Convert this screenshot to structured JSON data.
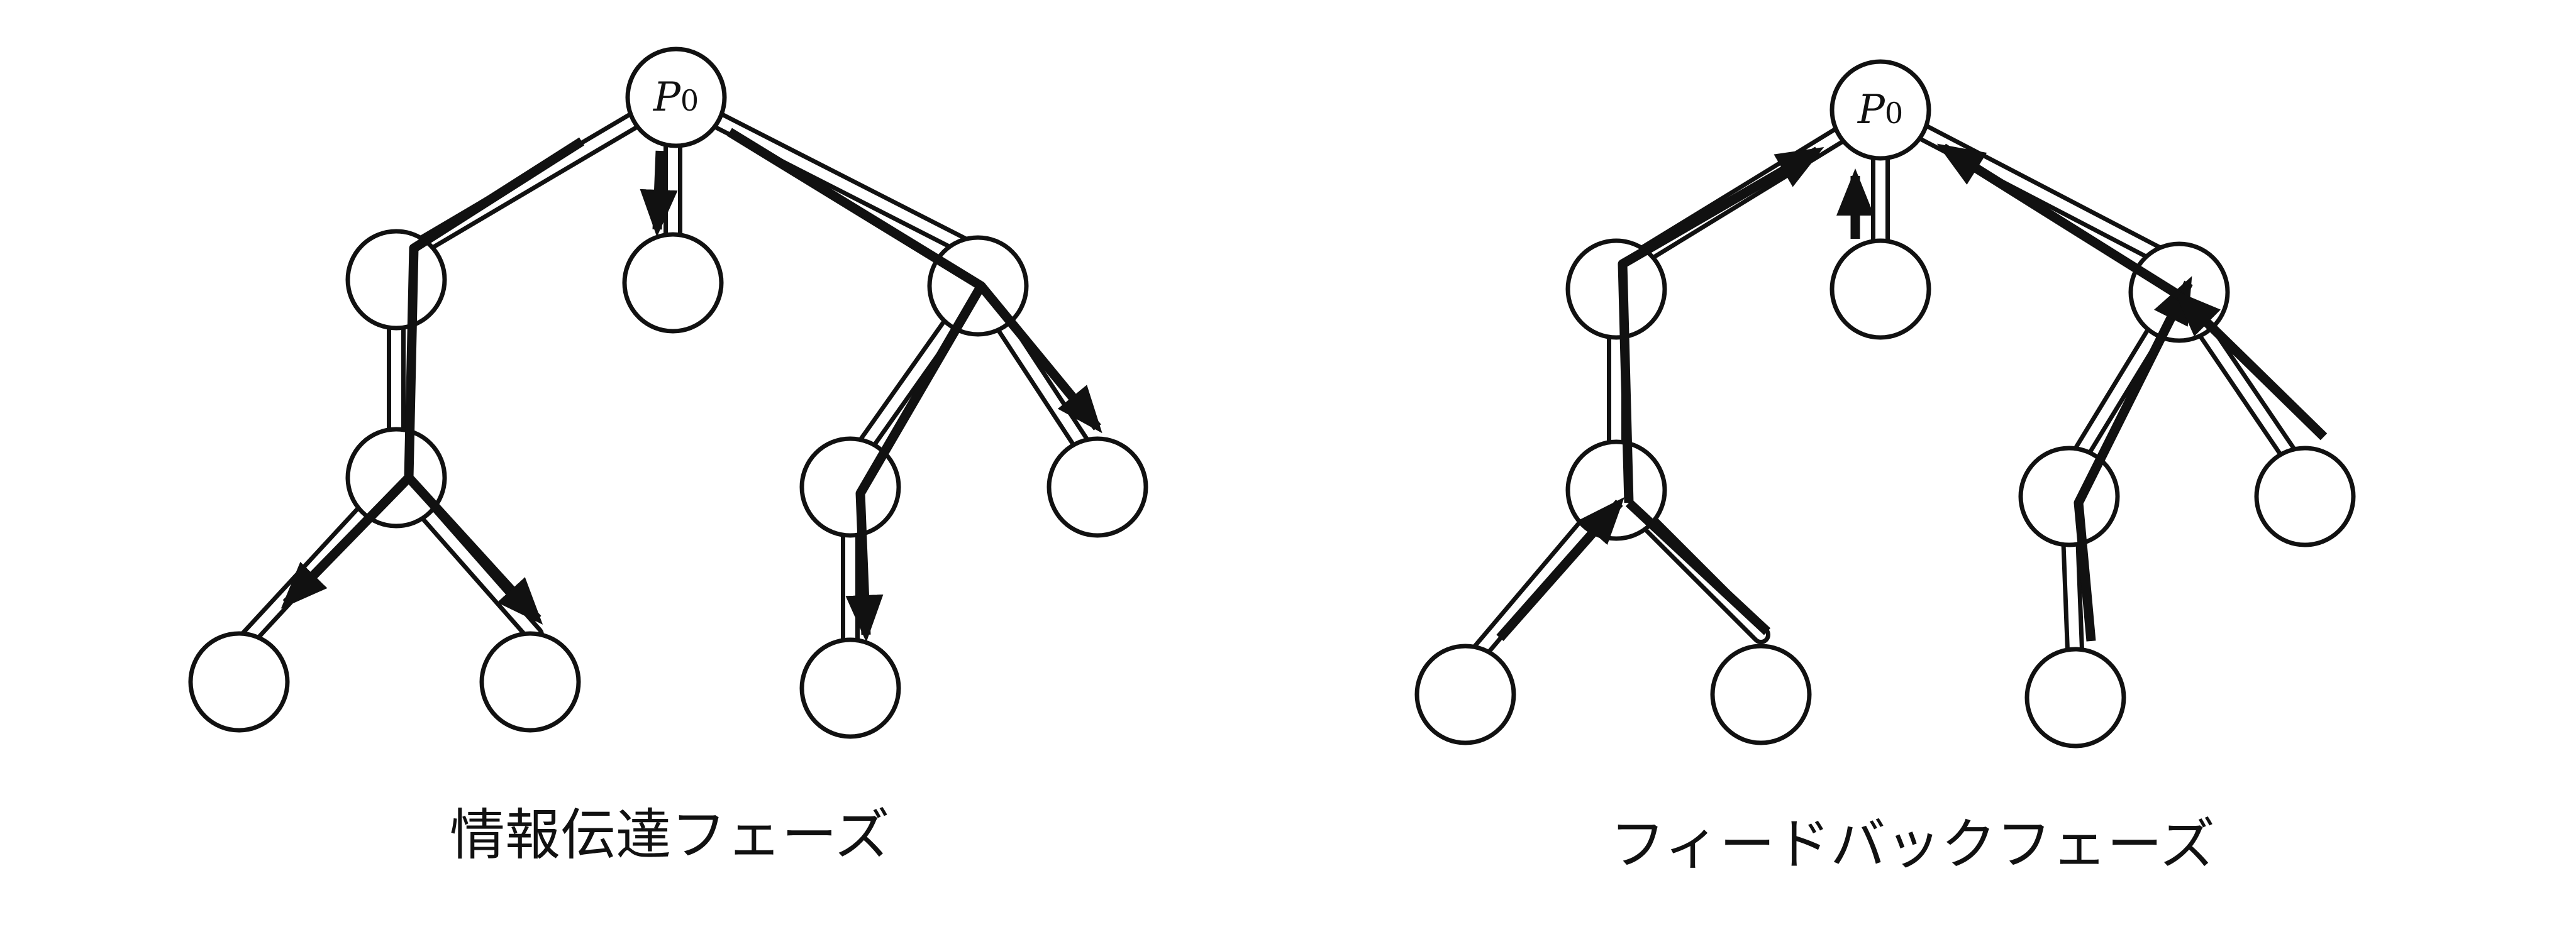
{
  "panels": [
    {
      "id": "left",
      "caption": "情報伝達フェーズ",
      "root_label": "P",
      "root_subscript": "0"
    },
    {
      "id": "right",
      "caption": "フィードバックフェーズ",
      "root_label": "P",
      "root_subscript": "0"
    }
  ]
}
